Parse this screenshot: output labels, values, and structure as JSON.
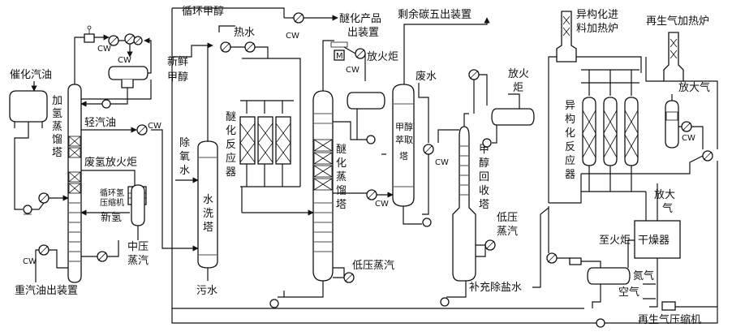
{
  "labels": {
    "catalytic_gasoline": "催化汽油",
    "hydro_distill_tower": [
      "加",
      "氢",
      "蒸",
      "馏",
      "塔"
    ],
    "light_gasoline": "轻汽油",
    "waste_h2_flare": "废氢放火炬",
    "recycle_h2_compressor": [
      "循环氢",
      "压缩机"
    ],
    "new_h2": "新氢",
    "mp_steam": [
      "中压",
      "蒸汽"
    ],
    "heavy_gasoline_out": "重汽油出装置",
    "recycle_methanol": "循环甲醇",
    "fresh_methanol": [
      "新鲜",
      "甲醇"
    ],
    "deoxygenated_water": [
      "除",
      "氧",
      "水"
    ],
    "water_wash_tower": [
      "水",
      "洗",
      "塔"
    ],
    "sewage": "污水",
    "hot_water": "热水",
    "etherification_reactor": [
      "醚",
      "化",
      "反",
      "应",
      "器"
    ],
    "ether_product": [
      "醚化产品",
      "出装置"
    ],
    "flare_1": "放火炬",
    "ether_distill_tower": [
      "醚",
      "化",
      "蒸",
      "馏",
      "塔"
    ],
    "lp_steam_1": "低压蒸汽",
    "residual_c5": "剩余碳五出装置",
    "waste_water": "废水",
    "methanol_extract_tower": [
      "甲",
      "醇",
      "萃",
      "取",
      "塔"
    ],
    "methanol_recovery_tower": [
      "甲",
      "醇",
      "回",
      "收",
      "塔"
    ],
    "flare_2": [
      "放火",
      "炬"
    ],
    "lp_steam_2": [
      "低压",
      "蒸汽"
    ],
    "makeup_demin_water": "补充除盐水",
    "isom_feed_furnace": [
      "异构化进",
      "料加热炉"
    ],
    "regen_gas_furnace": "再生气加热炉",
    "isom_reactor": [
      "异",
      "构",
      "化",
      "反",
      "应",
      "器"
    ],
    "vent_1": "放大气",
    "vent_2": [
      "放大",
      "气"
    ],
    "dryer": "干燥器",
    "to_flare": "至火炬",
    "nitrogen": "氮气",
    "air": "空气",
    "regen_gas_compressor": "再生气压缩机",
    "cw": "CW",
    "motor": "M"
  }
}
